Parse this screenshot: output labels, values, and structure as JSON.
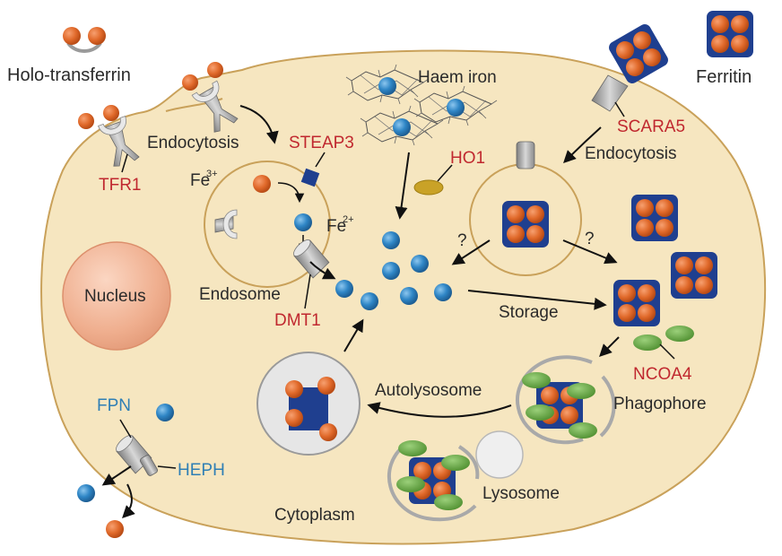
{
  "labels": {
    "holo_transferrin": "Holo-transferrin",
    "ferritin": "Ferritin",
    "haem_iron": "Haem iron",
    "endocytosis_left": "Endocytosis",
    "steap3": "STEAP3",
    "tfr1": "TFR1",
    "fe3": "Fe",
    "fe3_sup": "3+",
    "fe2": "Fe",
    "fe2_sup": "2+",
    "ho1": "HO1",
    "scara5": "SCARA5",
    "endocytosis_right": "Endocytosis",
    "question_left": "?",
    "question_right": "?",
    "nucleus": "Nucleus",
    "endosome": "Endosome",
    "dmt1": "DMT1",
    "storage": "Storage",
    "ncoa4": "NCOA4",
    "autolysosome": "Autolysosome",
    "phagophore": "Phagophore",
    "fpn": "FPN",
    "heph": "HEPH",
    "lysosome": "Lysosome",
    "cytoplasm": "Cytoplasm"
  },
  "colors": {
    "cell_fill": "#f6e6c0",
    "membrane": "#c9a15a",
    "nucleus": "#efae8e",
    "iron_orange": "#e0692a",
    "iron_blue": "#2f86c6",
    "ferritin_shell": "#1f3f8f",
    "ncoa4_green": "#5e9e3c",
    "ho1_gold": "#c9a227",
    "transporter_grey": "#9a9a9a",
    "red_label": "#c0282f",
    "blue_label": "#2f7fb5"
  },
  "icons": [
    "transferrin-receptor-icon",
    "ferritin-icon",
    "haem-icon",
    "transporter-icon",
    "steap3-icon",
    "ho1-icon"
  ]
}
